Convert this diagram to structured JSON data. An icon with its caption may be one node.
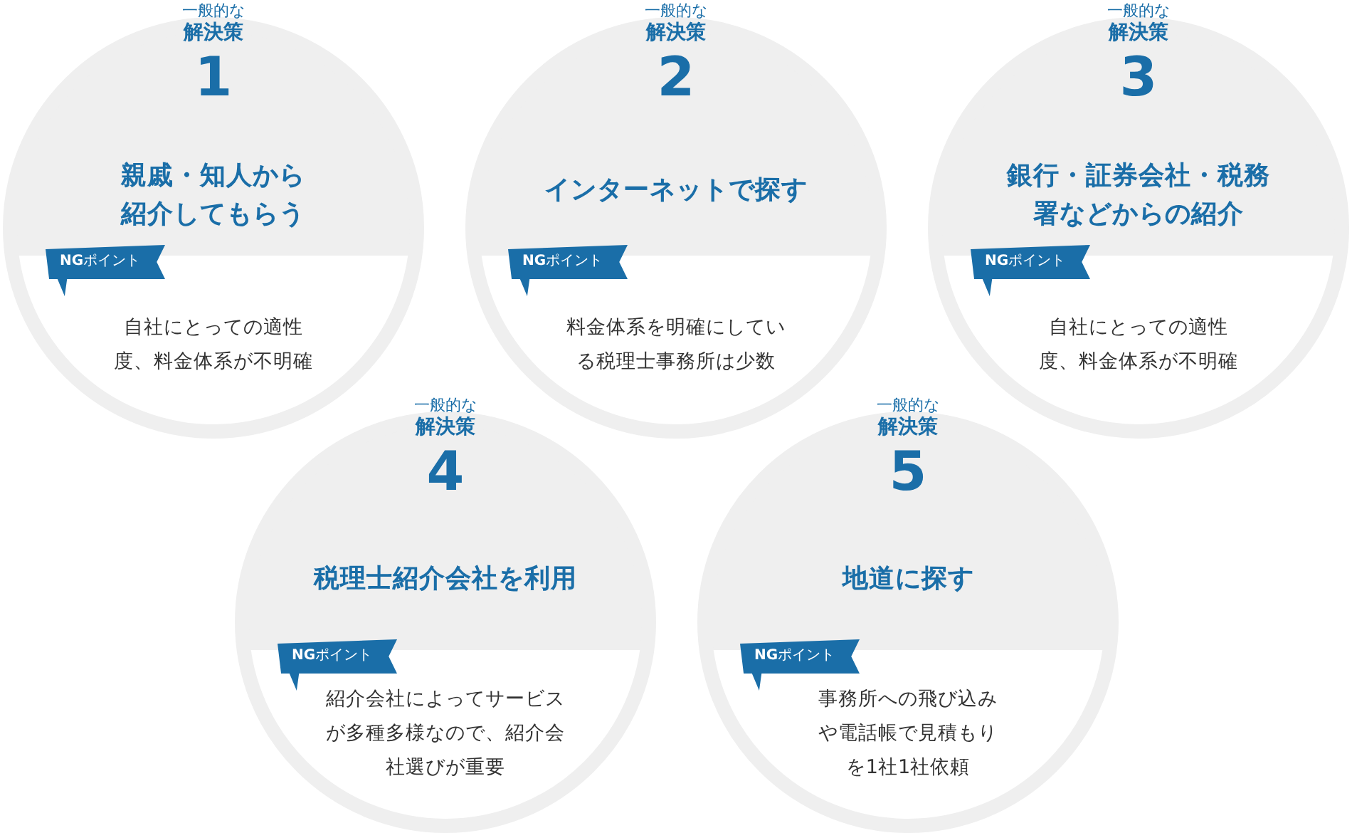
{
  "diagram": {
    "nodes": [
      {
        "text": [
          "一般的な",
          "解決策",
          "1",
          "親戚・知人から紹介してもらう",
          "自社にとっての適性度、料金体系が不明確"
        ]
      },
      {
        "text": [
          "**NG**ポイント"
        ],
        "in": 0
      },
      {
        "text": [
          "一般的な",
          "解決策",
          "2",
          "インターネットで探す",
          "料金体系を明確にしている税理士事務所は少数"
        ]
      },
      {
        "text": [
          "**NG**ポイント"
        ],
        "in": 2
      },
      {
        "text": [
          "一般的な",
          "解決策",
          "3",
          "銀行・証券会社・税務署などからの紹介",
          "自社にとっての適性度、料金体系が不明確"
        ]
      },
      {
        "text": [
          "**NG**ポイント"
        ],
        "in": 4
      },
      {
        "text": [
          "一般的な",
          "解決策",
          "4",
          "税理士紹介会社を利用",
          "紹介会社によってサービスが多種多様なので、紹介会社選びが重要"
        ]
      },
      {
        "text": [
          "**NG**ポイント"
        ],
        "in": 6
      },
      {
        "text": [
          "一般的な",
          "解決策",
          "5",
          "地道に探す",
          "事務所への飛び込みや電話帳で見積もりを1社1社依頼"
        ]
      },
      {
        "text": [
          "**NG**ポイント"
        ],
        "in": 8
      }
    ]
  }
}
